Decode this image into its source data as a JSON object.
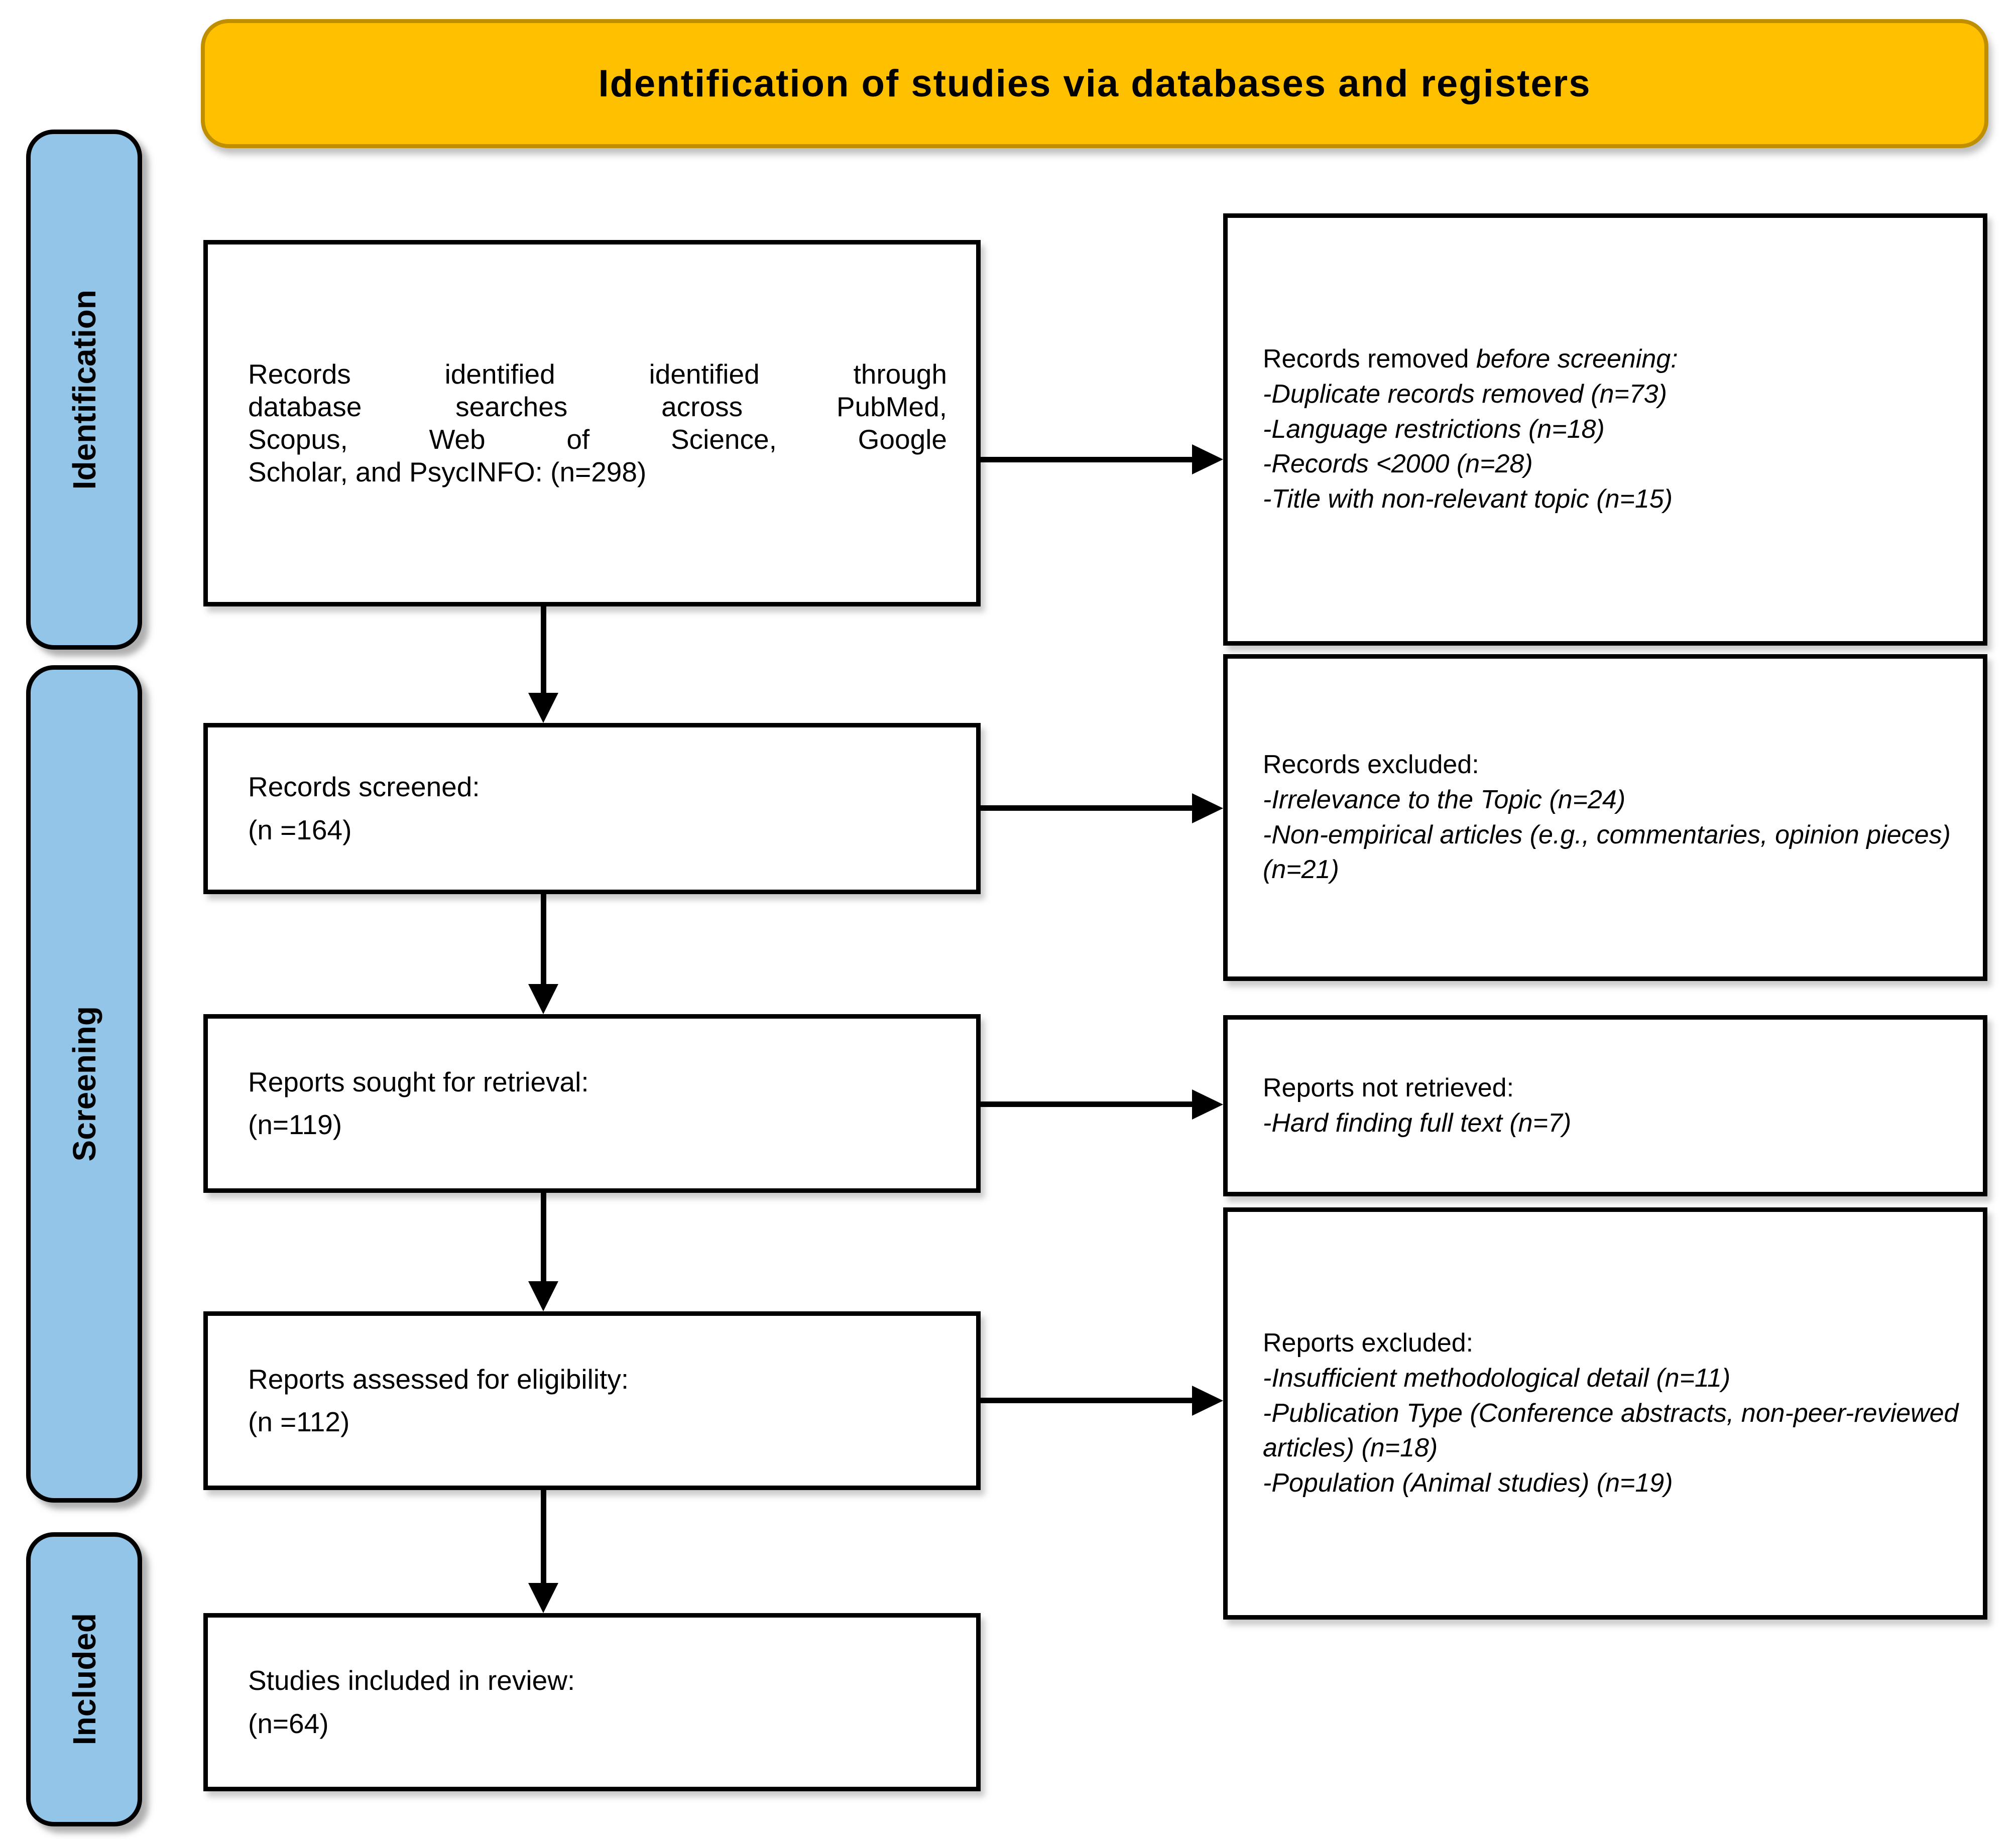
{
  "banner": {
    "title": "Identification of studies via databases and registers"
  },
  "colors": {
    "banner_fill": "#FFC000",
    "banner_border": "#BF8F00",
    "stage_fill": "#92C5E8",
    "outline": "#000000"
  },
  "stages": [
    {
      "label": "Identification"
    },
    {
      "label": "Screening"
    },
    {
      "label": "Included"
    }
  ],
  "flow_boxes": {
    "identified": {
      "lines": [
        "Records identified identified through",
        "database searches across PubMed,",
        "Scopus, Web of Science, Google",
        "Scholar, and PsycINFO: (n=298)"
      ]
    },
    "screened": {
      "line1": "Records screened:",
      "line2": "(n =164)"
    },
    "sought": {
      "line1": "Reports sought for retrieval:",
      "line2": "(n=119)"
    },
    "assessed": {
      "line1": "Reports assessed for eligibility:",
      "line2": "(n =112)"
    },
    "included": {
      "line1": "Studies included in review:",
      "line2": "(n=64)"
    }
  },
  "side_boxes": {
    "removed_before_screening": {
      "heading_regular": "Records removed ",
      "heading_italic": "before screening:",
      "items": [
        "-Duplicate records removed (n=73)",
        "-Language restrictions (n=18)",
        "-Records <2000 (n=28)",
        "-Title with non-relevant topic (n=15)"
      ]
    },
    "records_excluded": {
      "heading": "Records excluded:",
      "items": [
        "-Irrelevance to the Topic (n=24)",
        "-Non-empirical articles (e.g., commentaries, opinion pieces) (n=21)"
      ]
    },
    "not_retrieved": {
      "heading": "Reports not retrieved:",
      "items": [
        "-Hard finding full text (n=7)"
      ]
    },
    "reports_excluded": {
      "heading": "Reports excluded:",
      "items": [
        "-Insufficient methodological detail (n=11)",
        "-Publication Type (Conference abstracts, non-peer-reviewed articles) (n=18)",
        "-Population (Animal studies) (n=19)"
      ]
    }
  }
}
